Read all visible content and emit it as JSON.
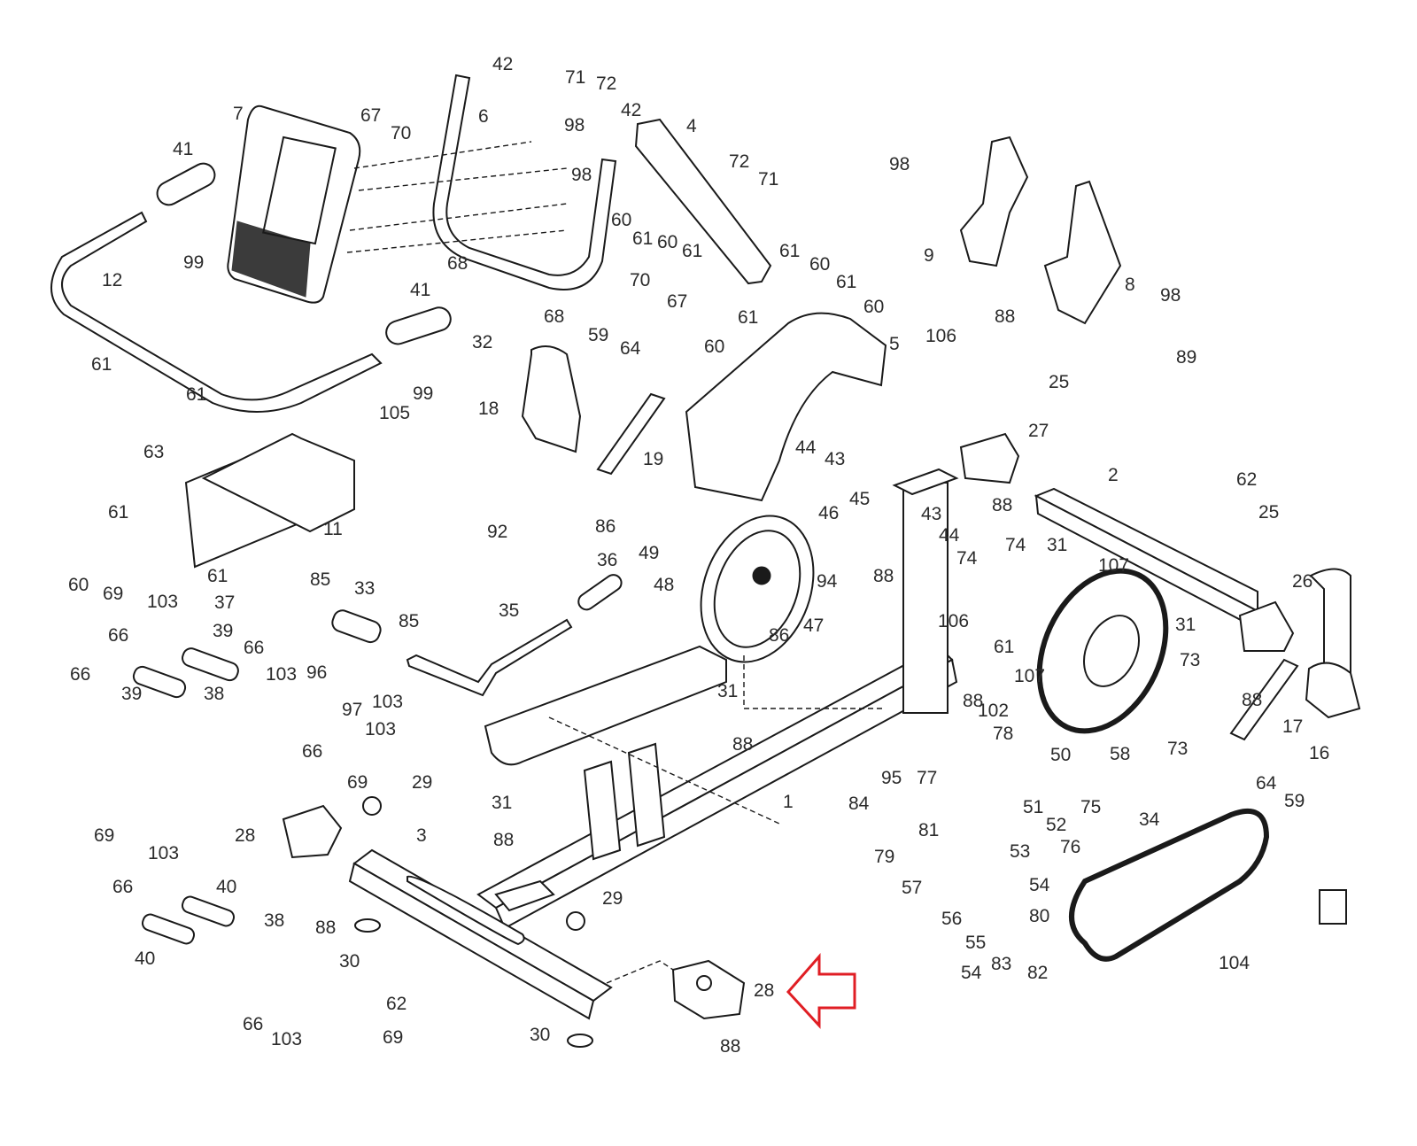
{
  "diagram": {
    "title": "Exploded parts diagram - recumbent exercise bike",
    "highlight": {
      "part": "28",
      "color": "#e01e24",
      "shape": "arrow-left-icon"
    },
    "labels": [
      "42",
      "6",
      "71",
      "72",
      "42",
      "4",
      "7",
      "67",
      "70",
      "98",
      "98",
      "72",
      "71",
      "41",
      "60",
      "61",
      "60",
      "61",
      "98",
      "9",
      "8",
      "98",
      "99",
      "68",
      "68",
      "61",
      "60",
      "12",
      "61",
      "60",
      "70",
      "67",
      "41",
      "32",
      "60",
      "61",
      "59",
      "64",
      "106",
      "88",
      "5",
      "89",
      "25",
      "61",
      "61",
      "99",
      "63",
      "18",
      "105",
      "19",
      "27",
      "44",
      "43",
      "2",
      "62",
      "92",
      "86",
      "49",
      "45",
      "46",
      "43",
      "44",
      "25",
      "61",
      "88",
      "74",
      "31",
      "107",
      "11",
      "60",
      "61",
      "36",
      "48",
      "94",
      "88",
      "74",
      "26",
      "85",
      "33",
      "37",
      "69",
      "103",
      "39",
      "35",
      "85",
      "86",
      "47",
      "106",
      "61",
      "66",
      "103",
      "96",
      "66",
      "97",
      "103",
      "39",
      "66",
      "38",
      "31",
      "73",
      "88",
      "107",
      "31",
      "88",
      "102",
      "88",
      "78",
      "103",
      "66",
      "69",
      "58",
      "73",
      "17",
      "16",
      "50",
      "64",
      "59",
      "95",
      "77",
      "84",
      "1",
      "29",
      "28",
      "31",
      "75",
      "51",
      "81",
      "52",
      "88",
      "3",
      "76",
      "53",
      "34",
      "79",
      "69",
      "103",
      "66",
      "40",
      "54",
      "88",
      "57",
      "80",
      "56",
      "55",
      "30",
      "62",
      "40",
      "38",
      "29",
      "54",
      "83",
      "82",
      "104",
      "28",
      "66",
      "103",
      "69",
      "88",
      "30"
    ]
  }
}
